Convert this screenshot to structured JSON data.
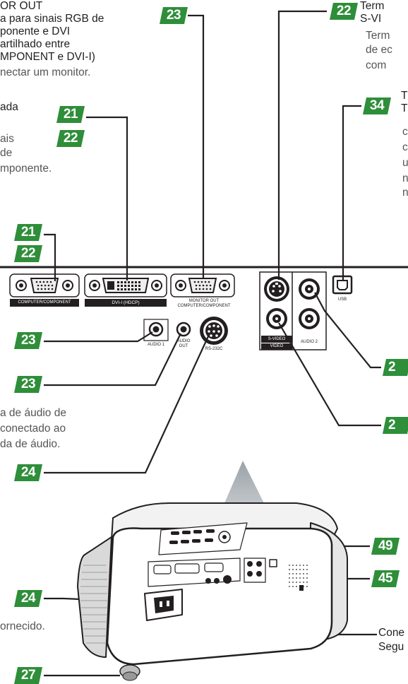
{
  "colors": {
    "badge": "#2e8e39",
    "leader": "#231f20",
    "arrow": "#a9b0b5",
    "panel": "#231f20"
  },
  "badges": {
    "b23_top": "23",
    "b22_top_right": "22",
    "b34": "34",
    "b21_mid": "21",
    "b22_mid": "22",
    "b21_left": "21",
    "b22_left": "22",
    "b23_audio1": "23",
    "b23_audio_out": "23",
    "b24_rs232c": "24",
    "b_svideo_partial": "2",
    "b_video_partial": "2",
    "b49": "49",
    "b45": "45",
    "b24_power": "24",
    "b27": "27"
  },
  "texts": {
    "monitor_out_title": "OR OUT",
    "monitor_out_line1": "a para sinais RGB de",
    "monitor_out_line2": "ponente e DVI",
    "monitor_out_line3": "artilhado entre",
    "monitor_out_line4": "MPONENT e DVI-I)",
    "monitor_out_line5": "nectar um monitor.",
    "dvi_title_fragment": "ada",
    "dvi_line1": "ais",
    "dvi_line2": "de",
    "dvi_line3": "mponente.",
    "audio_out_line1": "a de áudio de",
    "audio_out_line2": "conectado ao",
    "audio_out_line3": "da de áudio.",
    "power_fragment": "ornecido.",
    "svideo_title1": "Term",
    "svideo_title2": "S-VI",
    "svideo_desc1": "Term",
    "svideo_desc2": "de ec",
    "svideo_desc3": "com",
    "usb_title1": "T",
    "usb_title2": "T",
    "usb_desc1": "c",
    "usb_desc2": "c",
    "usb_desc3": "u",
    "usb_desc4": "n",
    "usb_desc5": "n",
    "kensington1": "Cone",
    "kensington2": "Segu"
  },
  "panel_labels": {
    "computer_component": "COMPUTER/COMPONENT",
    "dvi": "DVI-I (HDCP)",
    "monitor_out1": "MONITOR OUT",
    "monitor_out2": "COMPUTER/COMPONENT",
    "audio1": "AUDIO 1",
    "audio_out1": "AUDIO",
    "audio_out2": "OUT",
    "rs232c": "RS-232C",
    "svideo": "S-VIDEO",
    "video": "VIDEO",
    "audio2": "AUDIO 2",
    "usb": "USB"
  }
}
